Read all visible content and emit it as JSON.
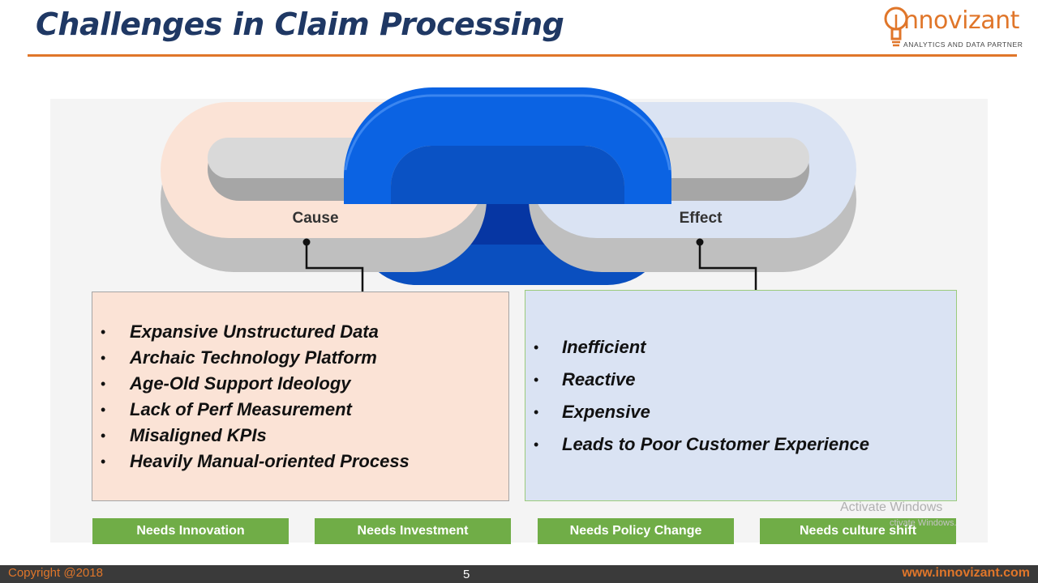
{
  "header": {
    "title": "Challenges in Claim Processing",
    "logo_word": "nnovizant",
    "logo_tagline": "ANALYTICS AND DATA PARTNER"
  },
  "chain": {
    "cause_label": "Cause",
    "effect_label": "Effect",
    "colors": {
      "cause": "#fbe3d6",
      "middle": "#0b63e3",
      "effect": "#dae3f3",
      "side": "#bfbfbf"
    }
  },
  "cause": {
    "items": [
      "Expansive Unstructured Data",
      "Archaic Technology Platform",
      "Age-Old Support Ideology",
      "Lack of Perf Measurement",
      "Misaligned KPIs",
      "Heavily Manual-oriented Process"
    ]
  },
  "effect": {
    "items": [
      "Inefficient",
      "Reactive",
      "Expensive",
      "Leads to Poor Customer Experience"
    ]
  },
  "needs": [
    "Needs Innovation",
    "Needs Investment",
    "Needs Policy Change",
    "Needs culture shift"
  ],
  "watermark": {
    "title": "Activate Windows",
    "subtitle": "ctivate Windows."
  },
  "footer": {
    "copyright": "Copyright @2018",
    "page_number": "5",
    "website": "www.innovizant.com"
  },
  "colors": {
    "title": "#1f3864",
    "accent": "#e0762a",
    "green": "#70ad47"
  }
}
